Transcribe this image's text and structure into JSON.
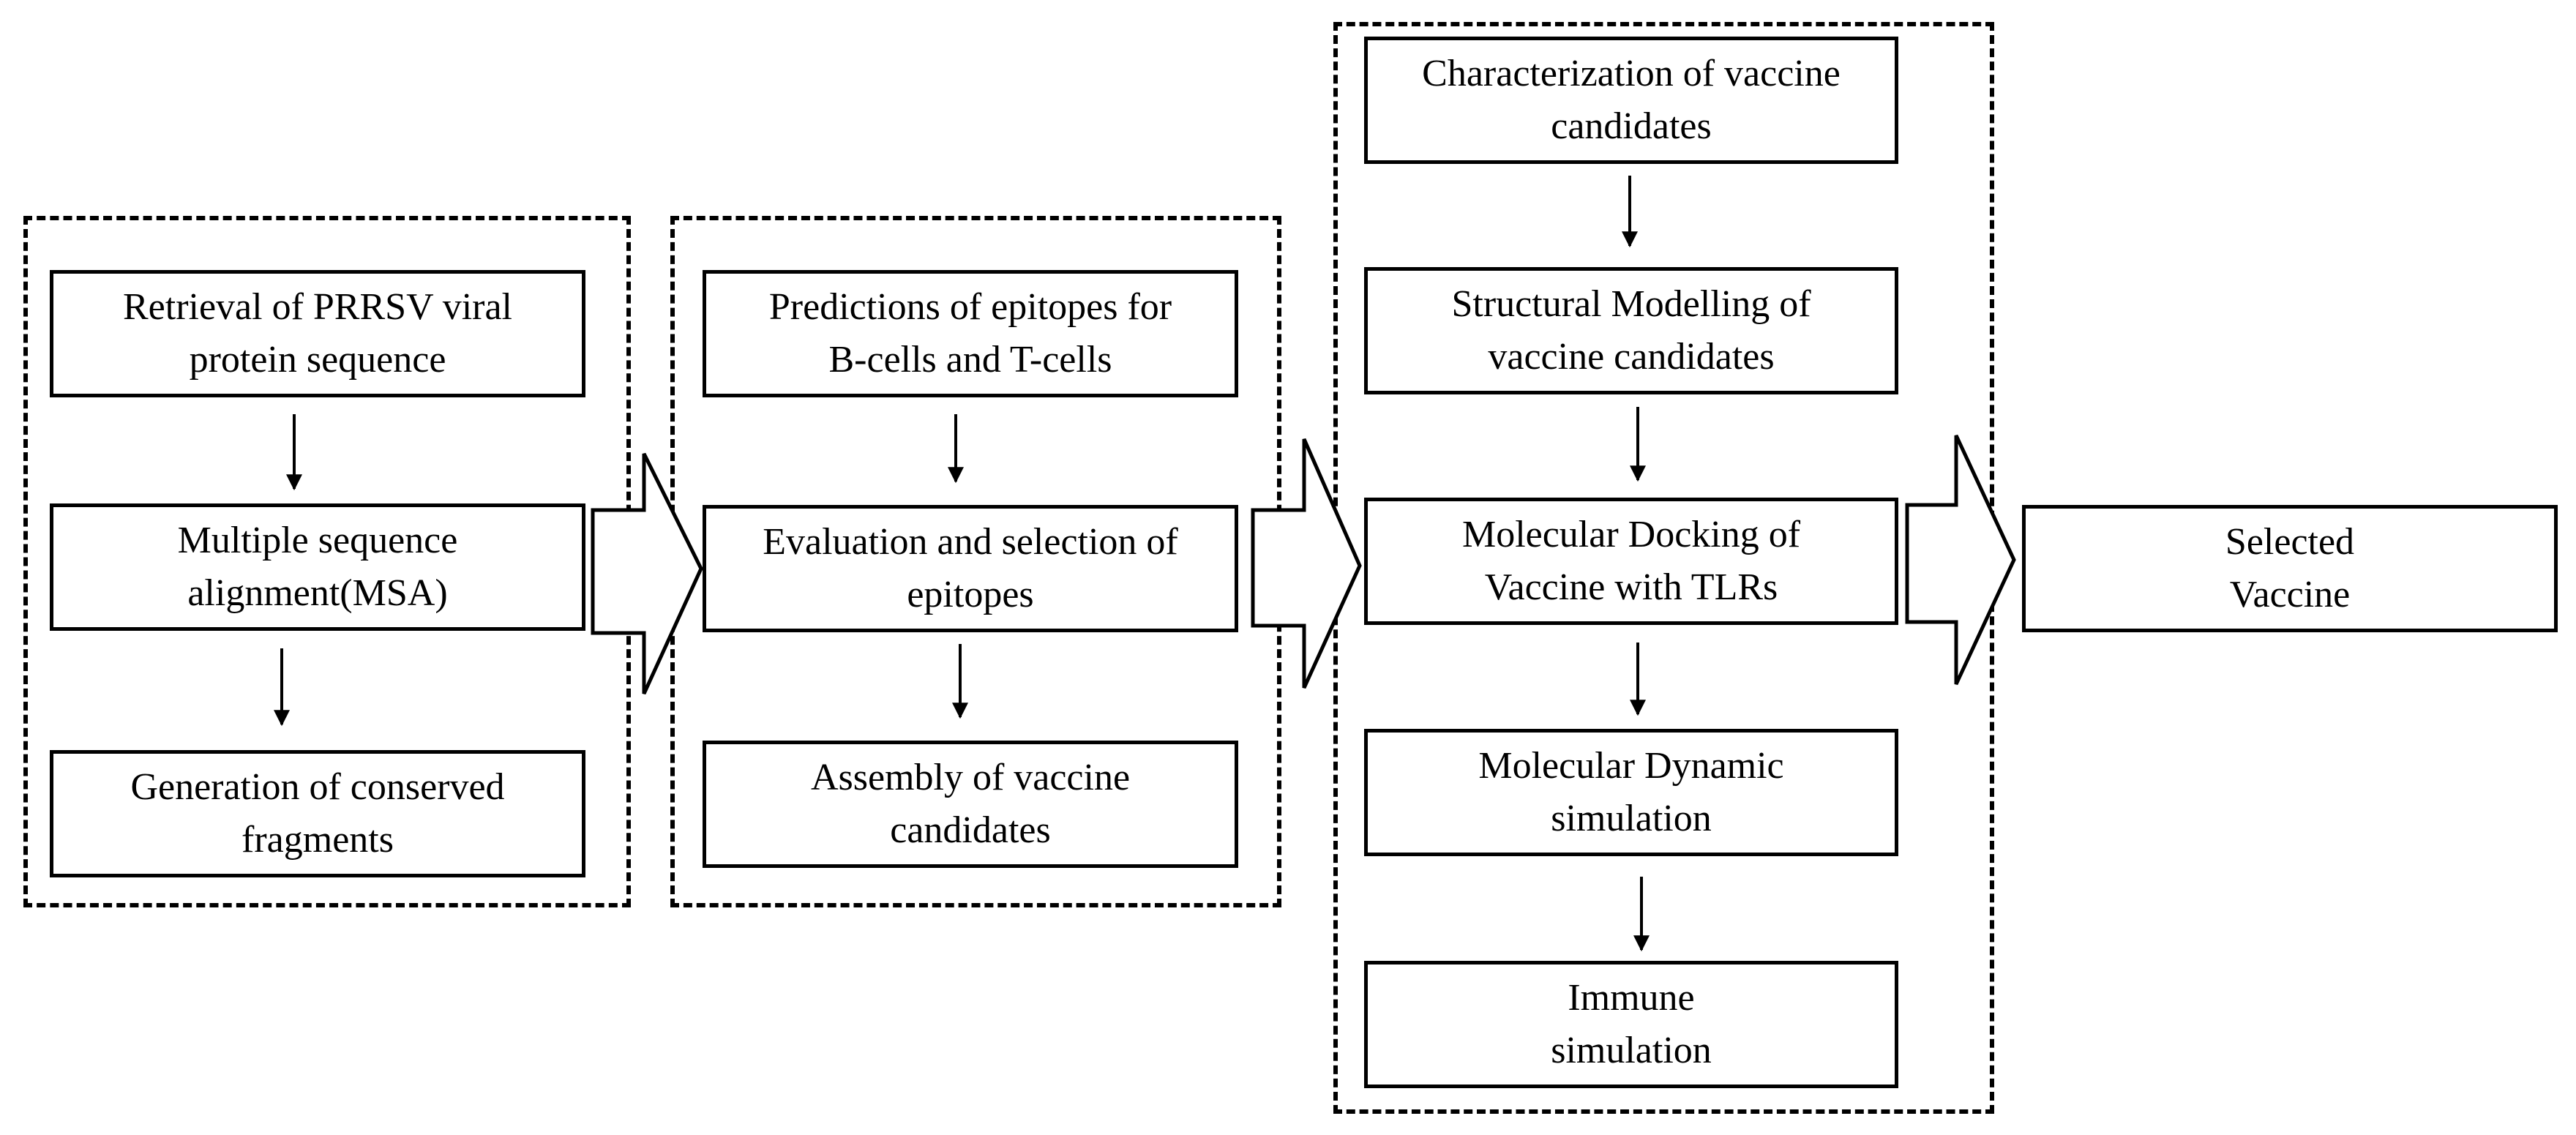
{
  "diagram": {
    "groups": [
      {
        "id": "group-sequence-preparation",
        "steps": [
          {
            "id": "retrieval",
            "text": "Retrieval of PRRSV viral\nprotein sequence"
          },
          {
            "id": "msa",
            "text": "Multiple sequence\nalignment(MSA)"
          },
          {
            "id": "conserved",
            "text": "Generation of conserved\nfragments"
          }
        ]
      },
      {
        "id": "group-epitope-design",
        "steps": [
          {
            "id": "predictions",
            "text": "Predictions of epitopes for\nB-cells and T-cells"
          },
          {
            "id": "evaluation",
            "text": "Evaluation and selection of\nepitopes"
          },
          {
            "id": "assembly",
            "text": "Assembly of vaccine\ncandidates"
          }
        ]
      },
      {
        "id": "group-vaccine-evaluation",
        "steps": [
          {
            "id": "characterization",
            "text": "Characterization of vaccine\ncandidates"
          },
          {
            "id": "structural",
            "text": "Structural Modelling of\nvaccine candidates"
          },
          {
            "id": "docking",
            "text": "Molecular Docking of\nVaccine with TLRs"
          },
          {
            "id": "dynamics",
            "text": "Molecular Dynamic\nsimulation"
          },
          {
            "id": "immune",
            "text": "Immune\nsimulation"
          }
        ]
      }
    ],
    "result": {
      "id": "selected",
      "text": "Selected\nVaccine"
    },
    "colors": {
      "stroke": "#000000",
      "fill": "#ffffff"
    }
  }
}
